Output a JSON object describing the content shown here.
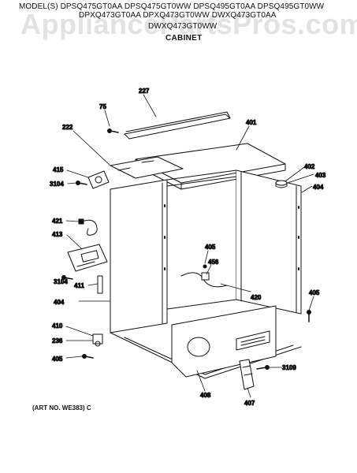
{
  "watermark": "AppliancePartsPros.com",
  "header": {
    "model_line_1": "MODEL(S) DPSQ475GT0AA DPSQ475GT0WW DPSQ495GT0AA DPSQ495GT0WW",
    "model_line_2": "DPXQ473GT0AA DPXQ473GT0WW DWXQ473GT0AA",
    "model_line_3": "DWXQ473GT0WW",
    "section_title": "CABINET"
  },
  "footer": {
    "art_no": "(ART NO. WE383) C"
  },
  "parts": [
    {
      "id": "p227",
      "label": "227"
    },
    {
      "id": "p75",
      "label": "75"
    },
    {
      "id": "p401",
      "label": "401"
    },
    {
      "id": "p222",
      "label": "222"
    },
    {
      "id": "p415",
      "label": "415"
    },
    {
      "id": "p3104a",
      "label": "3104"
    },
    {
      "id": "p402",
      "label": "402"
    },
    {
      "id": "p403",
      "label": "403"
    },
    {
      "id": "p404a",
      "label": "404"
    },
    {
      "id": "p421",
      "label": "421"
    },
    {
      "id": "p413",
      "label": "413"
    },
    {
      "id": "p405a",
      "label": "405"
    },
    {
      "id": "p456",
      "label": "456"
    },
    {
      "id": "p3104b",
      "label": "3104"
    },
    {
      "id": "p411",
      "label": "411"
    },
    {
      "id": "p420",
      "label": "420"
    },
    {
      "id": "p404b",
      "label": "404"
    },
    {
      "id": "p405b",
      "label": "405"
    },
    {
      "id": "p410",
      "label": "410"
    },
    {
      "id": "p236",
      "label": "236"
    },
    {
      "id": "p405c",
      "label": "405"
    },
    {
      "id": "p3109",
      "label": "3109"
    },
    {
      "id": "p408",
      "label": "408"
    },
    {
      "id": "p407",
      "label": "407"
    }
  ]
}
